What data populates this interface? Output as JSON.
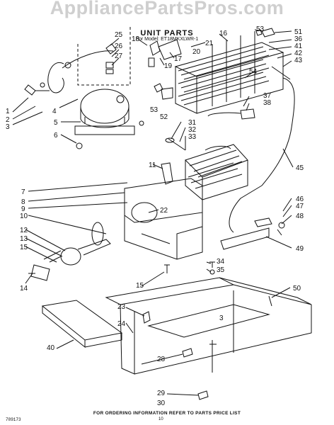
{
  "watermark": "AppliancePartsPros.com",
  "title": "UNIT PARTS",
  "model_line": "For Model: ET18MKXLWR-1",
  "footer_note": "FOR ORDERING INFORMATION REFER TO PARTS PRICE LIST",
  "doc_number": "789173",
  "page_number": "10",
  "callouts": [
    "1",
    "2",
    "3",
    "4",
    "5",
    "6",
    "7",
    "8",
    "9",
    "10",
    "11",
    "12",
    "13",
    "14",
    "15",
    "16",
    "17",
    "18",
    "19",
    "20",
    "21",
    "22",
    "23",
    "24",
    "25",
    "26",
    "27",
    "28",
    "29",
    "30",
    "31",
    "32",
    "33",
    "34",
    "35",
    "36",
    "37",
    "38",
    "40",
    "41",
    "42",
    "43",
    "45",
    "46",
    "47",
    "48",
    "49",
    "50",
    "51",
    "52",
    "53",
    "54"
  ]
}
